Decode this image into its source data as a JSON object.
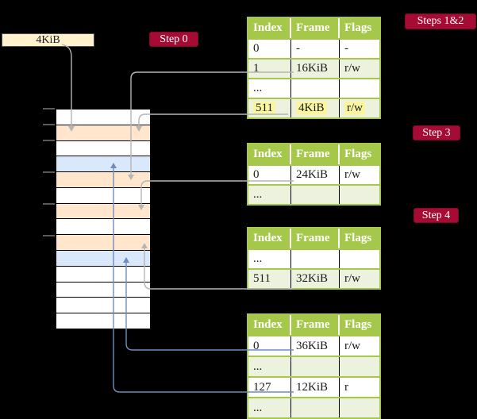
{
  "colors": {
    "background": "#000000",
    "badge_red": "#A60B33",
    "table_header_green": "#A6C84A",
    "table_row_green": "#EDF2DF",
    "memory_white": "#FFFFFF",
    "memory_peach": "#FFE6CC",
    "memory_blue": "#DAE8FC",
    "highlight_yellow": "#FBF5A0",
    "box_yellow": "#FFF2CC",
    "arrow_gray": "#B5B5B5",
    "arrow_blue": "#6C8EBF",
    "tick_gray": "#808080"
  },
  "labels": {
    "frame_box": "4KiB",
    "step0": "Step 0",
    "steps12": "Steps 1&2",
    "step3": "Step 3",
    "step4": "Step 4"
  },
  "tables": [
    {
      "headers": [
        "Index",
        "Frame",
        "Flags"
      ],
      "rows": [
        {
          "cells": [
            "0",
            "-",
            "-"
          ],
          "shaded": false,
          "highlighted": false
        },
        {
          "cells": [
            "1",
            "16KiB",
            "r/w"
          ],
          "shaded": true,
          "highlighted": false
        },
        {
          "cells": [
            "...",
            "",
            ""
          ],
          "shaded": false,
          "highlighted": false
        },
        {
          "cells": [
            "511",
            "4KiB",
            "r/w"
          ],
          "shaded": true,
          "highlighted": true
        }
      ]
    },
    {
      "headers": [
        "Index",
        "Frame",
        "Flags"
      ],
      "rows": [
        {
          "cells": [
            "0",
            "24KiB",
            "r/w"
          ],
          "shaded": false,
          "highlighted": false
        },
        {
          "cells": [
            "...",
            "",
            ""
          ],
          "shaded": true,
          "highlighted": false
        }
      ]
    },
    {
      "headers": [
        "Index",
        "Frame",
        "Flags"
      ],
      "rows": [
        {
          "cells": [
            "...",
            "",
            ""
          ],
          "shaded": false,
          "highlighted": false
        },
        {
          "cells": [
            "511",
            "32KiB",
            "r/w"
          ],
          "shaded": true,
          "highlighted": false
        }
      ]
    },
    {
      "headers": [
        "Index",
        "Frame",
        "Flags"
      ],
      "rows": [
        {
          "cells": [
            "0",
            "36KiB",
            "r/w"
          ],
          "shaded": false,
          "highlighted": false
        },
        {
          "cells": [
            "...",
            "",
            ""
          ],
          "shaded": true,
          "highlighted": false
        },
        {
          "cells": [
            "127",
            "12KiB",
            "r"
          ],
          "shaded": false,
          "highlighted": false
        },
        {
          "cells": [
            "...",
            "",
            ""
          ],
          "shaded": true,
          "highlighted": false
        }
      ]
    }
  ],
  "memory": {
    "row_fills": [
      "#FFFFFF",
      "#FFE6CC",
      "#FFFFFF",
      "#DAE8FC",
      "#FFE6CC",
      "#FFFFFF",
      "#FFE6CC",
      "#FFFFFF",
      "#FFE6CC",
      "#DAE8FC",
      "#FFFFFF",
      "#FFFFFF",
      "#FFFFFF",
      "#FFFFFF"
    ]
  }
}
